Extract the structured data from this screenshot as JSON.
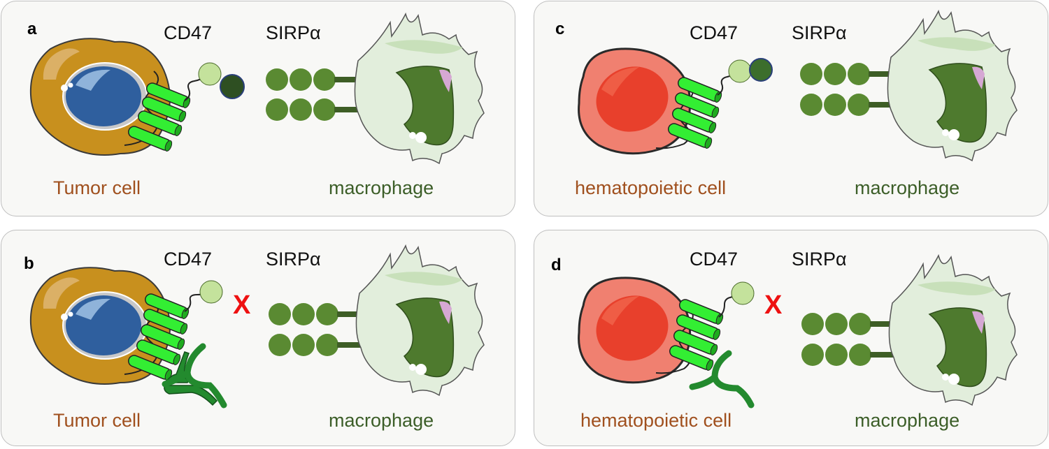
{
  "panels": [
    {
      "letter": "a",
      "cd47": "CD47",
      "sirp": "SIRPα",
      "cell_label": "Tumor cell",
      "macrophage_label": "macrophage",
      "cell_type": "tumor",
      "blocked": false,
      "block_mark": ""
    },
    {
      "letter": "b",
      "cd47": "CD47",
      "sirp": "SIRPα",
      "cell_label": "Tumor cell",
      "macrophage_label": "macrophage",
      "cell_type": "tumor",
      "blocked": true,
      "block_mark": "X"
    },
    {
      "letter": "c",
      "cd47": "CD47",
      "sirp": "SIRPα",
      "cell_label": "hematopoietic cell",
      "macrophage_label": "macrophage",
      "cell_type": "hematopoietic",
      "blocked": false,
      "block_mark": ""
    },
    {
      "letter": "d",
      "cd47": "CD47",
      "sirp": "SIRPα",
      "cell_label": "hematopoietic cell",
      "macrophage_label": "macrophage",
      "cell_type": "hematopoietic",
      "blocked": true,
      "block_mark": "X"
    }
  ],
  "colors": {
    "tumor_cytoplasm": "#c8901e",
    "tumor_nucleus": "#2f5f9e",
    "rbc_outer": "#f08070",
    "rbc_inner": "#e8402c",
    "cd47_barrel": "#33ee33",
    "sirp_domain": "#5a8a32",
    "macrophage_body": "#e2eedc",
    "macrophage_nucleus": "#4e7a2e",
    "antibody": "#238a2e",
    "block_mark": "#ee1111",
    "cell_label_text": "#a0501e",
    "macrophage_label_text": "#3c5e28"
  }
}
